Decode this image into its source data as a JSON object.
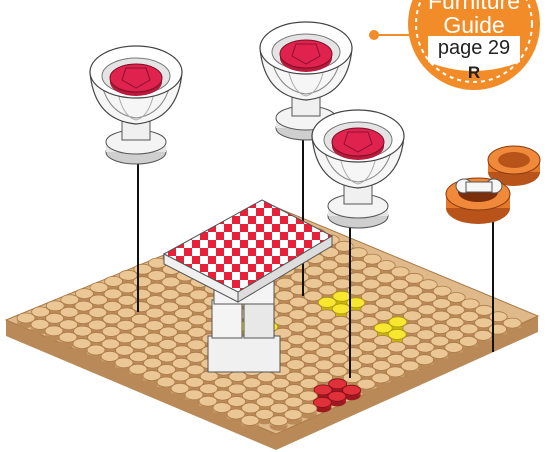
{
  "badge": {
    "line1": "Furniture",
    "line2": "Guide",
    "page": "page 29",
    "mark": "R",
    "color": "#f28c28"
  },
  "colors": {
    "baseplate": "#e0b98a",
    "baseplate_dark": "#b98a57",
    "stud_yellow": "#f5e017",
    "stud_red": "#d9232d",
    "seat_red": "#e0234e",
    "table_check_red": "#e8203a",
    "orange_piece": "#e6782a",
    "white_piece": "#f4f4f4"
  },
  "objects": {
    "chair_count": 3,
    "table": "checkered-table",
    "accessory": "orange-barrel-with-bone"
  }
}
